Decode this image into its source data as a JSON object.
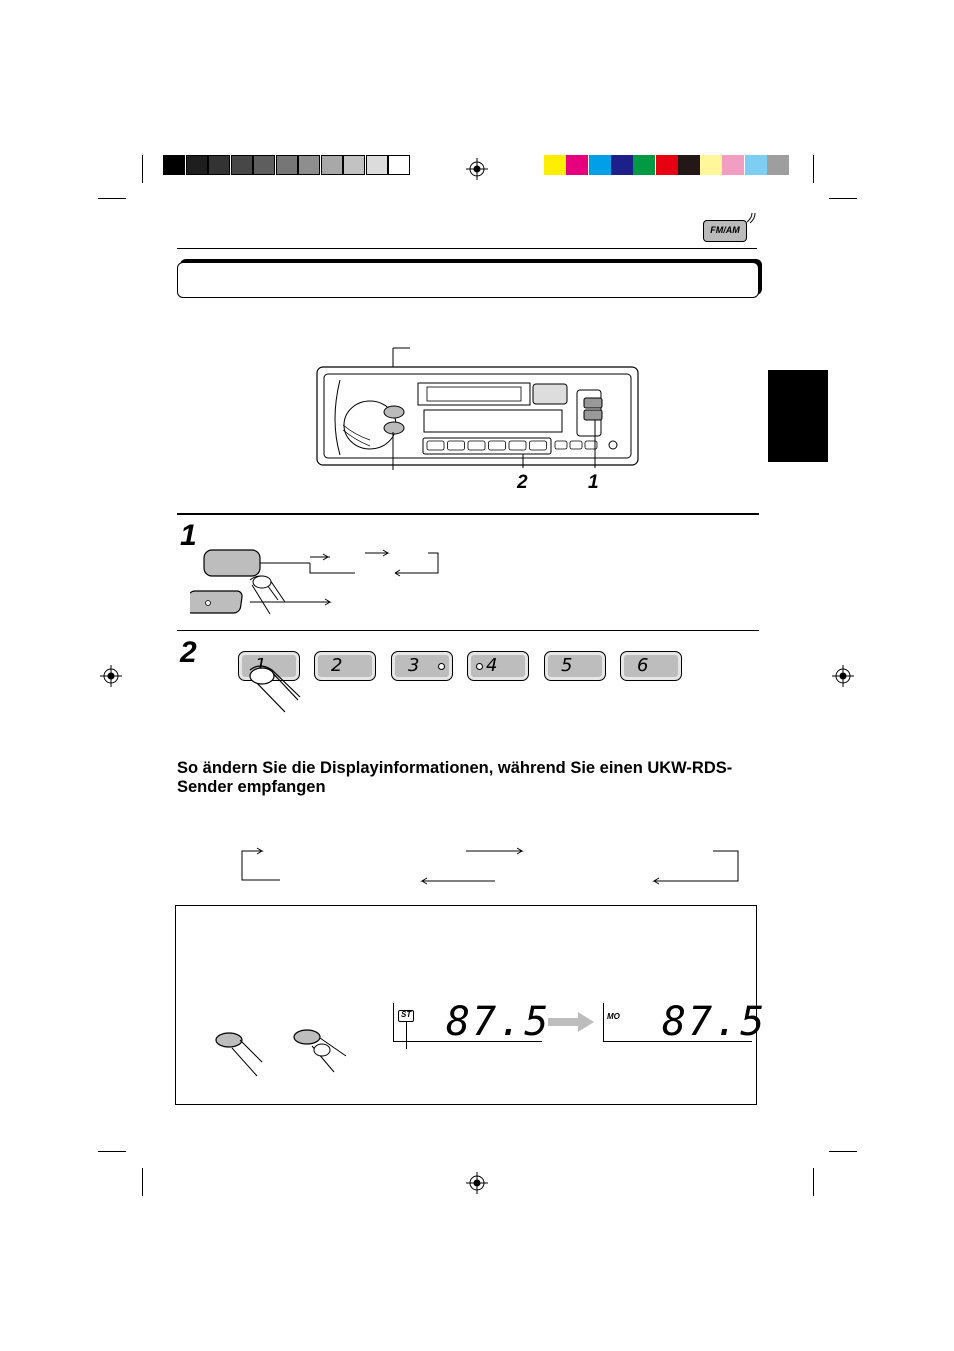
{
  "color_bar": {
    "gray_swatches": [
      "#000000",
      "#1e1e1e",
      "#333333",
      "#474747",
      "#5e5e5e",
      "#767676",
      "#8e8e8e",
      "#a8a8a8",
      "#c2c2c2",
      "#dcdcdc",
      "#ffffff"
    ],
    "color_swatches": [
      "#ffee00",
      "#e6007e",
      "#00a0e9",
      "#1d2088",
      "#009944",
      "#e60012",
      "#231815",
      "#fff799",
      "#f19ec2",
      "#7ecef4",
      "#9e9e9e"
    ]
  },
  "header": {
    "band_icon_label": "FM/AM"
  },
  "radio_diagram": {
    "callouts": [
      "2",
      "1"
    ],
    "preset_count": 6
  },
  "steps": [
    {
      "number": "1"
    },
    {
      "number": "2",
      "presets": [
        "1",
        "2",
        "3",
        "4",
        "5",
        "6"
      ]
    }
  ],
  "section": {
    "heading": "So ändern Sie die Displayinformationen, während Sie einen UKW-RDS-Sender empfangen"
  },
  "display_example": {
    "left": {
      "indicator": "ST",
      "frequency": "87.5"
    },
    "right": {
      "indicator": "MO",
      "frequency": "87.5"
    }
  }
}
